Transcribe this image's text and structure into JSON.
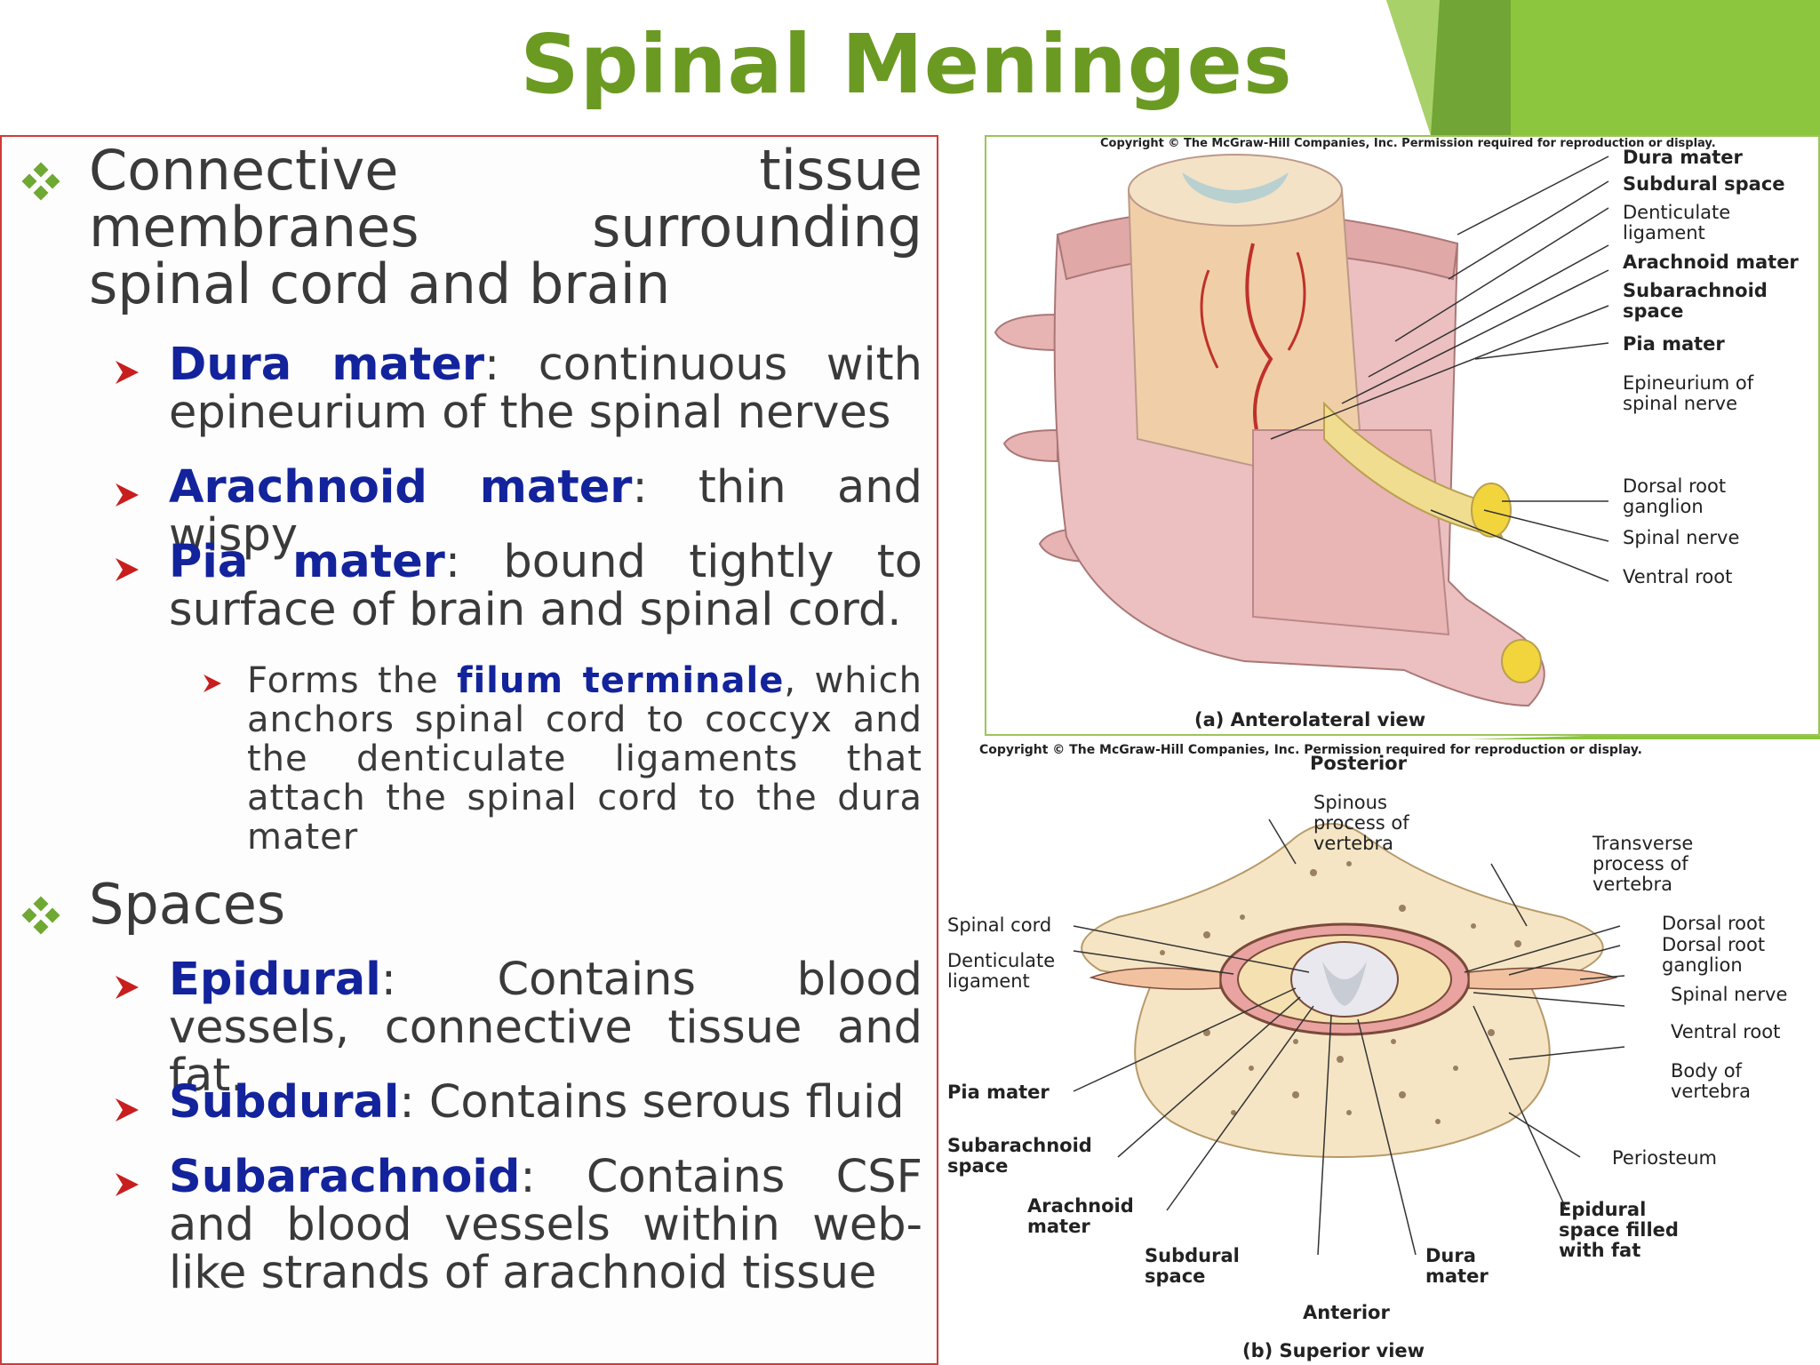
{
  "title": "Spinal Meninges",
  "colors": {
    "title": "#6b9a22",
    "accent_green": "#8cc63f",
    "term_blue": "#13239c",
    "bullet_red": "#c81e1e",
    "panel_border": "#d13a3a"
  },
  "bullets": {
    "connective": "Connective tissue membranes surrounding spinal cord and brain",
    "dura_term": "Dura mater",
    "dura_text": ": continuous with epineurium of the spinal nerves",
    "arachnoid_term": "Arachnoid mater",
    "arachnoid_text": ": thin and wispy",
    "pia_term": "Pia mater",
    "pia_text": ": bound tightly to surface of brain and spinal cord.",
    "filum_pre": "Forms the ",
    "filum_term": "filum terminale",
    "filum_post": ", which anchors spinal cord to coccyx and the denticulate ligaments that attach the spinal cord to the dura mater",
    "spaces": "Spaces",
    "epidural_term": "Epidural",
    "epidural_text": ": Contains blood vessels, connective tissue and fat.",
    "subdural_term": "Subdural",
    "subdural_text": ": Contains serous fluid",
    "subarachnoid_term": "Subarachnoid",
    "subarachnoid_text": ": Contains CSF and blood vessels within web-like strands of arachnoid tissue"
  },
  "figure_a": {
    "copyright": "Copyright © The McGraw-Hill Companies, Inc. Permission required for reproduction or display.",
    "caption": "(a) Anterolateral view",
    "labels": {
      "dura": "Dura mater",
      "subdural": "Subdural space",
      "denticulate": "Denticulate ligament",
      "arachnoid": "Arachnoid mater",
      "subarachnoid": "Subarachnoid space",
      "pia": "Pia mater",
      "epineurium": "Epineurium of spinal nerve",
      "drg": "Dorsal root ganglion",
      "spinal_nerve": "Spinal nerve",
      "ventral_root": "Ventral root"
    }
  },
  "figure_b": {
    "copyright": "Copyright © The McGraw-Hill Companies, Inc. Permission required for reproduction or display.",
    "top": "Posterior",
    "bottom": "Anterior",
    "caption": "(b) Superior view",
    "labels": {
      "spinous": "Spinous process of vertebra",
      "transverse": "Transverse process of vertebra",
      "spinal_cord": "Spinal cord",
      "denticulate": "Denticulate ligament",
      "dorsal_root": "Dorsal root",
      "drg": "Dorsal root ganglion",
      "spinal_nerve": "Spinal nerve",
      "ventral_root": "Ventral root",
      "body": "Body of vertebra",
      "pia": "Pia mater",
      "subarachnoid": "Subarachnoid space",
      "periosteum": "Periosteum",
      "arachnoid": "Arachnoid mater",
      "epidural": "Epidural space filled with fat",
      "subdural": "Subdural space",
      "dura": "Dura mater"
    }
  }
}
